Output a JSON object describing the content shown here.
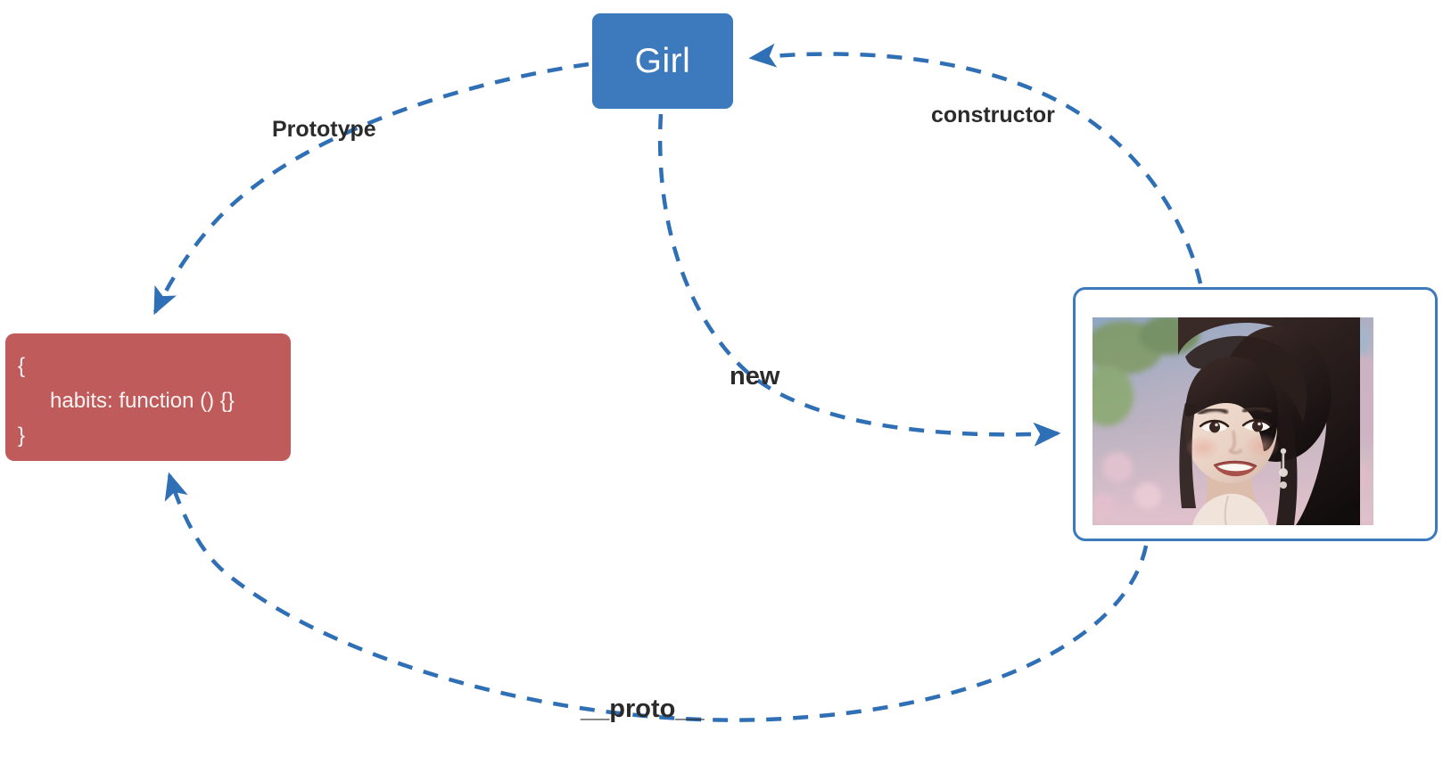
{
  "diagram": {
    "type": "prototype-chain-diagram",
    "background_color": "#ffffff",
    "accent_color": "#3c79bd",
    "prototype_color": "#bf5b5b",
    "nodes": {
      "constructor": {
        "label": "Girl",
        "kind": "constructor-function",
        "fill": "#3c79bd",
        "text_color": "#ffffff"
      },
      "prototype": {
        "kind": "prototype-object",
        "fill": "#bf5b5b",
        "text_color": "#fbf4f2",
        "code_lines": [
          "{",
          "habits: function () {}",
          "}"
        ]
      },
      "instance": {
        "kind": "instance-object",
        "border_color": "#3c79bd",
        "content": "photo of a smiling woman in traditional Chinese costume",
        "alt": "girl-portrait-photo"
      }
    },
    "edges": [
      {
        "id": "prototype",
        "label": "Prototype",
        "from": "constructor",
        "to": "prototype",
        "style": "dashed",
        "color": "#3c79bd"
      },
      {
        "id": "constructor",
        "label": "constructor",
        "from": "instance",
        "to": "constructor",
        "style": "dashed",
        "color": "#3c79bd"
      },
      {
        "id": "new",
        "label": "new",
        "from": "constructor",
        "to": "instance",
        "style": "dashed",
        "color": "#3c79bd"
      },
      {
        "id": "proto",
        "label": "__proto__",
        "from": "instance",
        "to": "prototype",
        "style": "dashed",
        "color": "#3c79bd"
      }
    ]
  }
}
